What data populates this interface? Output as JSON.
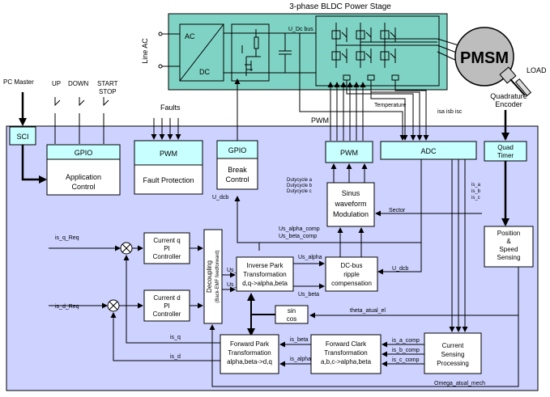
{
  "title": "3-phase BLDC Power Stage",
  "line_ac": "Line AC",
  "rect_ac": "AC",
  "rect_dc": "DC",
  "u_dcbus_top": "U_Dc bus",
  "pmsm": "PMSM",
  "load": "LOAD",
  "encoder1": "Quadrature",
  "encoder2": "Encoder",
  "temperature": "Temperature",
  "isaisbisc": "isa isb isc",
  "pwm_top": "PWM",
  "faults": "Faults",
  "pc_master": "PC Master",
  "up": "UP",
  "down": "DOWN",
  "start": "START",
  "stop": "STOP",
  "sci": "SCI",
  "gpio": "GPIO",
  "app1": "Application",
  "app2": "Control",
  "pwm": "PWM",
  "fault_protection": "Fault Protection",
  "break1": "Break",
  "break2": "Control",
  "adc": "ADC",
  "quad1": "Quad",
  "quad2": "Timer",
  "u_dcb": "U_dcb",
  "dutycycle_a": "Dutycycle a",
  "dutycycle_b": "Dutycycle b",
  "dutycycle_c": "Dutycycle c",
  "sinus1": "Sinus",
  "sinus2": "waveform",
  "sinus3": "Modulation",
  "sector": "Sector",
  "is_a": "is_a",
  "is_b": "is_b",
  "is_c": "is_c",
  "pos1": "Position",
  "pos2": "&",
  "pos3": "Speed",
  "pos4": "Sensing",
  "is_q_req": "is_q_Req",
  "is_d_req": "is_d_Req",
  "cq1": "Current q",
  "cq2": "PI",
  "cq3": "Controller",
  "cd1": "Current d",
  "cd2": "PI",
  "cd3": "Controller",
  "decoupling": "Decoupling",
  "back_emf": "(Back-EMF feedforward)",
  "us_alpha_comp": "Us_alpha_comp",
  "us_beta_comp": "Us_beta_comp",
  "us_q": "Us_q",
  "us_d": "Us_d",
  "us_alpha": "Us_alpha",
  "us_beta": "Us_beta",
  "inv1": "Inverse Park",
  "inv2": "Transformation",
  "inv3": "d,q->alpha,beta",
  "dcr1": "DC-bus",
  "dcr2": "ripple",
  "dcr3": "compensation",
  "u_dcb2": "U_dcb",
  "sin": "sin",
  "cos": "cos",
  "theta": "theta_atual_el",
  "is_q": "is_q",
  "is_d": "is_d",
  "is_beta": "is_beta",
  "is_alpha": "is_alpha",
  "fp1": "Forward Park",
  "fp2": "Transformation",
  "fp3": "alpha,beta->d,q",
  "fc1": "Forward Clark",
  "fc2": "Transformation",
  "fc3": "a,b,c->alpha,beta",
  "is_a_comp": "is_a_comp",
  "is_b_comp": "is_b_comp",
  "is_c_comp": "is_c_comp",
  "cs1": "Current",
  "cs2": "Sensing",
  "cs3": "Processing",
  "omega": "Omega_atual_mech",
  "colors": {
    "power_bg": "#7fd3c4",
    "ctrl_bg": "#cdd2ff",
    "cyan": "#c8ffff",
    "line": "#000000"
  }
}
